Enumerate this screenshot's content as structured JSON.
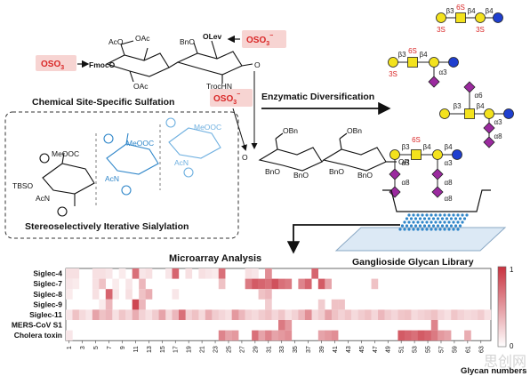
{
  "labels": {
    "chemical_sulfation": "Chemical Site-Specific Sulfation",
    "enzymatic": "Enzymatic Diversification",
    "iterative": "Stereoselectively Iterative Sialylation",
    "microarray": "Microarray Analysis",
    "library": "Ganglioside Glycan Library",
    "glycan_numbers": "Glycan numbers",
    "fmoco": "FmocO",
    "tbso": "TBSO",
    "or": "OR",
    "olev": "OLev",
    "trochn": "TrocHN",
    "acn": "AcN",
    "meooc": "MeOOC",
    "bno": "BnO",
    "obn": "OBn",
    "oac": "OAc",
    "aco": "AcO",
    "bno_top": "BnO",
    "watermark": "思创网"
  },
  "sulfate_tag": {
    "base": "OSO",
    "sub": "3",
    "sup": "−"
  },
  "glycan_annotations": {
    "g1": [
      "β3",
      "6S",
      "β4",
      "β4",
      "3S",
      "3S"
    ],
    "g2": [
      "β3",
      "6S",
      "β4",
      "3S",
      "α3"
    ],
    "g3": [
      "β3",
      "β4",
      "α6",
      "α3",
      "α8"
    ],
    "g4": [
      "β3",
      "6S",
      "β4",
      "β4",
      "α3",
      "α3",
      "α8",
      "α8",
      "α8"
    ]
  },
  "colors": {
    "gal": "#f3e21d",
    "galnac": "#f3e21d",
    "glc": "#1f3fcf",
    "neu": "#9b2a9f",
    "sulfate_red": "#d92626",
    "sulfate_box": "#f7d4d2",
    "blue_chem": "#2f86c9",
    "heat_max": "#c8323f",
    "chip": "#2f86c9"
  },
  "chart_data": {
    "type": "heatmap",
    "rows": [
      "Siglec-4",
      "Siglec-7",
      "Siglec-8",
      "Siglec-9",
      "Siglec-11",
      "MERS-CoV S1",
      "Cholera toxin"
    ],
    "x_ticks": [
      "1",
      "3",
      "5",
      "7",
      "9",
      "11",
      "13",
      "15",
      "17",
      "19",
      "21",
      "23",
      "25",
      "27",
      "29",
      "31",
      "33",
      "35",
      "37",
      "39",
      "41",
      "43",
      "45",
      "47",
      "49",
      "51",
      "53",
      "55",
      "57",
      "59",
      "61",
      "63"
    ],
    "n_cols": 64,
    "xlabel": "Glycan numbers",
    "colorbar": {
      "min": "0",
      "max": "1"
    },
    "cells": [
      [
        0.15,
        0.15,
        0,
        0,
        0.15,
        0.15,
        0.12,
        0,
        0.1,
        0,
        0,
        0.12,
        0.15,
        0,
        0,
        0.12,
        0.1,
        0,
        0.15,
        0,
        0.15,
        0.12,
        0.1,
        0,
        0,
        0,
        0,
        0.15,
        0.12,
        0,
        0.15
      ],
      [
        0.12,
        0.1,
        0,
        0,
        0.15,
        0,
        0,
        0.1,
        0,
        0.12,
        0,
        0,
        0,
        0,
        0,
        0,
        0,
        0,
        0,
        0,
        0,
        0,
        0,
        0,
        0,
        0,
        0,
        0,
        0,
        0,
        0
      ],
      [
        0.1,
        0,
        0,
        0,
        0.15,
        0,
        0,
        0.12,
        0,
        0.15,
        0,
        0,
        0,
        0,
        0,
        0,
        0.12,
        0,
        0,
        0,
        0,
        0,
        0,
        0,
        0,
        0,
        0,
        0,
        0,
        0,
        0,
        0,
        0,
        0,
        0,
        0,
        0,
        0,
        0,
        0,
        0,
        0,
        0,
        0,
        0,
        0,
        0,
        0,
        0,
        0,
        0,
        0,
        0,
        0,
        0,
        0,
        0,
        0,
        0,
        0,
        0,
        0,
        0,
        0
      ],
      [
        0,
        0,
        0,
        0,
        0,
        0.1,
        0,
        0,
        0,
        0,
        0,
        0,
        0,
        0,
        0,
        0,
        0,
        0,
        0,
        0,
        0,
        0,
        0,
        0,
        0,
        0,
        0,
        0,
        0,
        0,
        0,
        0,
        0,
        0,
        0,
        0,
        0,
        0,
        0,
        0,
        0,
        0,
        0,
        0,
        0,
        0,
        0,
        0,
        0,
        0,
        0,
        0,
        0,
        0,
        0,
        0,
        0,
        0,
        0,
        0,
        0,
        0,
        0,
        0
      ],
      [
        0.12,
        0.3,
        0.18,
        0.12,
        0.25,
        0.3,
        0.35,
        0.15,
        0.28,
        0.2,
        0.4,
        0.22,
        0.15,
        0.25,
        0.3,
        0.18,
        0.35,
        0.28,
        0.22,
        0.3,
        0.18,
        0.4,
        0.25,
        0.2,
        0.15,
        0.3,
        0.35,
        0.22,
        0.18,
        0.25,
        0.3,
        0.2,
        0.28,
        0.15,
        0.22,
        0.35,
        0.3,
        0.18,
        0.25,
        0.2,
        0.3,
        0.22,
        0.28,
        0.18,
        0.25,
        0.3,
        0.2,
        0.35,
        0.25,
        0.2,
        0.28,
        0.3,
        0.18,
        0.22,
        0.25,
        0.3,
        0.2,
        0.15,
        0.28,
        0.22,
        0.18,
        0.2,
        0.25,
        0.15
      ],
      [
        0,
        0,
        0,
        0,
        0,
        0,
        0,
        0,
        0,
        0,
        0,
        0,
        0,
        0,
        0,
        0,
        0,
        0,
        0,
        0,
        0,
        0,
        0,
        0,
        0,
        0,
        0,
        0,
        0,
        0,
        0,
        0,
        0,
        0,
        0,
        0,
        0,
        0,
        0,
        0,
        0,
        0,
        0,
        0,
        0,
        0,
        0,
        0,
        0,
        0,
        0,
        0,
        0,
        0,
        0,
        0,
        0,
        0,
        0,
        0,
        0,
        0,
        0,
        0
      ],
      [
        0.12,
        0,
        0,
        0,
        0,
        0,
        0,
        0,
        0,
        0,
        0,
        0,
        0,
        0,
        0,
        0,
        0,
        0,
        0,
        0,
        0,
        0,
        0,
        0,
        0,
        0,
        0,
        0,
        0,
        0,
        0,
        0,
        0,
        0,
        0,
        0,
        0,
        0,
        0,
        0,
        0,
        0,
        0,
        0,
        0,
        0,
        0,
        0,
        0,
        0,
        0,
        0,
        0,
        0,
        0,
        0,
        0,
        0,
        0,
        0,
        0,
        0,
        0,
        0
      ]
    ],
    "hot": [
      {
        "r": 0,
        "c": 10,
        "v": 0.7
      },
      {
        "r": 0,
        "c": 16,
        "v": 0.75
      },
      {
        "r": 0,
        "c": 23,
        "v": 0.7
      },
      {
        "r": 0,
        "c": 30,
        "v": 0.55
      },
      {
        "r": 0,
        "c": 37,
        "v": 0.75
      },
      {
        "r": 1,
        "c": 5,
        "v": 0.3
      },
      {
        "r": 1,
        "c": 11,
        "v": 0.35
      },
      {
        "r": 1,
        "c": 23,
        "v": 0.3
      },
      {
        "r": 1,
        "c": 27,
        "v": 0.65
      },
      {
        "r": 1,
        "c": 28,
        "v": 0.8
      },
      {
        "r": 1,
        "c": 29,
        "v": 0.75
      },
      {
        "r": 1,
        "c": 30,
        "v": 0.7
      },
      {
        "r": 1,
        "c": 31,
        "v": 0.85
      },
      {
        "r": 1,
        "c": 32,
        "v": 0.7
      },
      {
        "r": 1,
        "c": 33,
        "v": 0.65
      },
      {
        "r": 1,
        "c": 35,
        "v": 0.6
      },
      {
        "r": 1,
        "c": 36,
        "v": 0.75
      },
      {
        "r": 1,
        "c": 38,
        "v": 0.8
      },
      {
        "r": 1,
        "c": 39,
        "v": 0.45
      },
      {
        "r": 1,
        "c": 46,
        "v": 0.3
      },
      {
        "r": 2,
        "c": 6,
        "v": 0.75
      },
      {
        "r": 2,
        "c": 11,
        "v": 0.3
      },
      {
        "r": 2,
        "c": 12,
        "v": 0.4
      },
      {
        "r": 2,
        "c": 29,
        "v": 0.3
      },
      {
        "r": 2,
        "c": 30,
        "v": 0.35
      },
      {
        "r": 3,
        "c": 6,
        "v": 0.35
      },
      {
        "r": 3,
        "c": 10,
        "v": 0.9
      },
      {
        "r": 3,
        "c": 11,
        "v": 0.35
      },
      {
        "r": 3,
        "c": 30,
        "v": 0.25
      },
      {
        "r": 3,
        "c": 38,
        "v": 0.25
      },
      {
        "r": 3,
        "c": 40,
        "v": 0.3
      },
      {
        "r": 3,
        "c": 41,
        "v": 0.3
      },
      {
        "r": 4,
        "c": 4,
        "v": 0.45
      },
      {
        "r": 4,
        "c": 14,
        "v": 0.45
      },
      {
        "r": 4,
        "c": 17,
        "v": 0.7
      },
      {
        "r": 4,
        "c": 25,
        "v": 0.5
      },
      {
        "r": 4,
        "c": 36,
        "v": 0.55
      },
      {
        "r": 4,
        "c": 39,
        "v": 0.45
      },
      {
        "r": 5,
        "c": 32,
        "v": 0.65
      },
      {
        "r": 5,
        "c": 33,
        "v": 0.5
      },
      {
        "r": 5,
        "c": 55,
        "v": 0.6
      },
      {
        "r": 6,
        "c": 23,
        "v": 0.6
      },
      {
        "r": 6,
        "c": 24,
        "v": 0.45
      },
      {
        "r": 6,
        "c": 25,
        "v": 0.5
      },
      {
        "r": 6,
        "c": 28,
        "v": 0.7
      },
      {
        "r": 6,
        "c": 29,
        "v": 0.45
      },
      {
        "r": 6,
        "c": 30,
        "v": 0.6
      },
      {
        "r": 6,
        "c": 31,
        "v": 0.45
      },
      {
        "r": 6,
        "c": 32,
        "v": 0.5
      },
      {
        "r": 6,
        "c": 33,
        "v": 0.55
      },
      {
        "r": 6,
        "c": 38,
        "v": 0.45
      },
      {
        "r": 6,
        "c": 39,
        "v": 0.5
      },
      {
        "r": 6,
        "c": 40,
        "v": 0.55
      },
      {
        "r": 6,
        "c": 50,
        "v": 0.8
      },
      {
        "r": 6,
        "c": 51,
        "v": 0.75
      },
      {
        "r": 6,
        "c": 52,
        "v": 0.7
      },
      {
        "r": 6,
        "c": 53,
        "v": 0.8
      },
      {
        "r": 6,
        "c": 54,
        "v": 0.75
      },
      {
        "r": 6,
        "c": 55,
        "v": 0.65
      },
      {
        "r": 6,
        "c": 56,
        "v": 0.5
      },
      {
        "r": 6,
        "c": 57,
        "v": 0.45
      },
      {
        "r": 6,
        "c": 60,
        "v": 0.4
      }
    ]
  }
}
